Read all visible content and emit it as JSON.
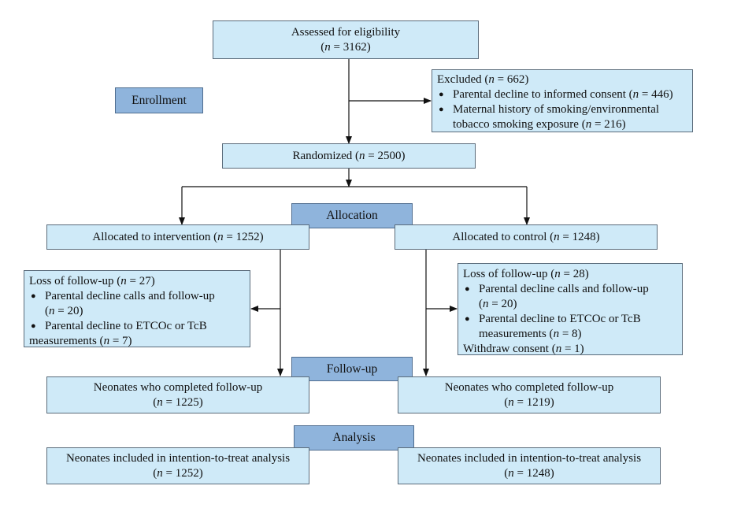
{
  "eligibility": {
    "title": "Assessed for eligibility",
    "n_label": "n",
    "n_value": " = 3162"
  },
  "excluded": {
    "title_prefix": "Excluded (",
    "n_label": "n",
    "title_suffix": " = 662)",
    "items": [
      {
        "text": "Parental decline to informed consent (",
        "n": "n",
        "suffix": " = 446)"
      },
      {
        "text": "Maternal history of smoking/environmental tobacco smoking exposure (",
        "n": "n",
        "suffix": " = 216)"
      }
    ]
  },
  "stages": {
    "enrollment": "Enrollment",
    "allocation": "Allocation",
    "followup": "Follow-up",
    "analysis": "Analysis"
  },
  "randomized": {
    "text": "Randomized (",
    "n": "n",
    "suffix": " = 2500)"
  },
  "alloc_intervention": {
    "text": "Allocated to intervention (",
    "n": "n",
    "suffix": " = 1252)"
  },
  "alloc_control": {
    "text": "Allocated to control (",
    "n": "n",
    "suffix": " = 1248)"
  },
  "loss_left": {
    "title": "Loss of follow-up (",
    "n": "n",
    "suffix": " = 27)",
    "items": [
      {
        "line1": "Parental decline calls and follow-up",
        "line2_n": "n",
        "line2_suffix": " = 20)",
        "line2_prefix": "("
      },
      {
        "line1": "Parental decline to ETCOc or TcB",
        "line2_text": "measurements (",
        "line2_n": "n",
        "line2_suffix": " = 7)"
      }
    ]
  },
  "loss_right": {
    "title": "Loss of follow-up (",
    "n": "n",
    "suffix": " = 28)",
    "items": [
      {
        "line1": "Parental decline calls and follow-up",
        "line2_prefix": "(",
        "line2_n": "n",
        "line2_suffix": " = 20)"
      },
      {
        "line1": "Parental decline to ETCOc or TcB",
        "line2_text": "measurements (",
        "line2_n": "n",
        "line2_suffix": " = 8)"
      }
    ],
    "withdraw": {
      "text": "Withdraw consent (",
      "n": "n",
      "suffix": " = 1)"
    }
  },
  "followup_left": {
    "text": "Neonates who completed follow-up",
    "prefix": "(",
    "n": "n",
    "suffix": " = 1225)"
  },
  "followup_right": {
    "text": "Neonates who completed follow-up",
    "prefix": "(",
    "n": "n",
    "suffix": " = 1219)"
  },
  "analysis_left": {
    "text": "Neonates included in intention-to-treat analysis",
    "prefix": "(",
    "n": "n",
    "suffix": " = 1252)"
  },
  "analysis_right": {
    "text": "Neonates included in intention-to-treat analysis",
    "prefix": "(",
    "n": "n",
    "suffix": " = 1248)"
  }
}
